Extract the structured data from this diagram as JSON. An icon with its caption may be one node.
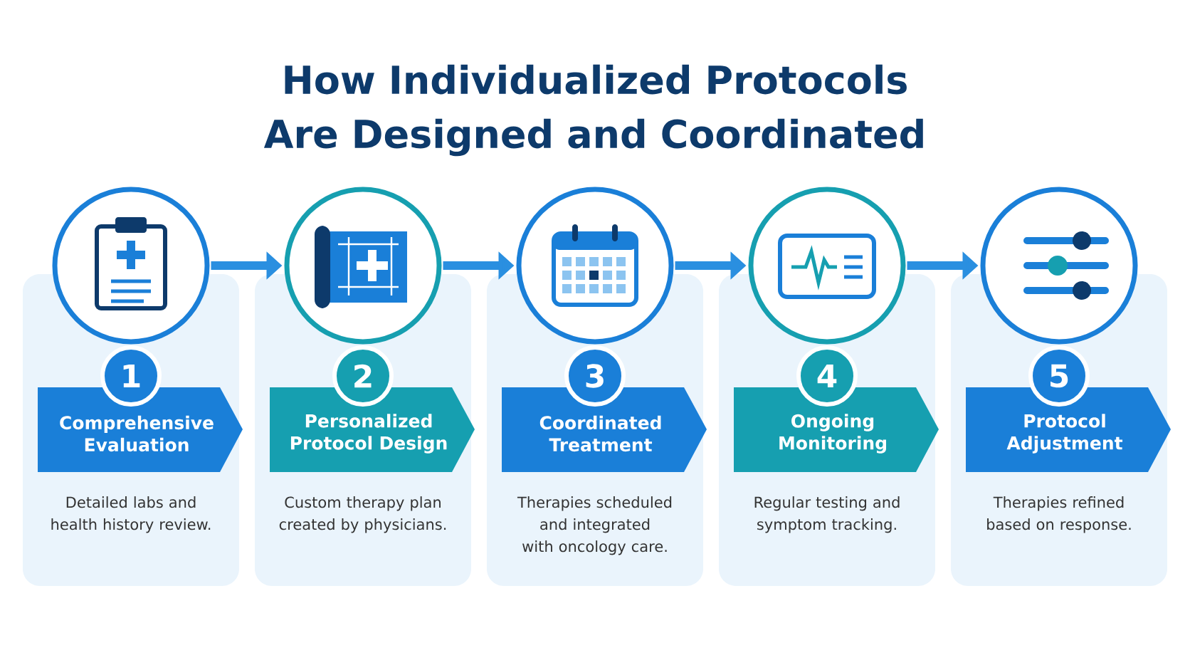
{
  "diagram": {
    "title": "How Individualized Protocols Are Designed and Coordinated",
    "nodes": [
      {
        "text": [],
        "shape": "circle"
      },
      {
        "text": [
          "1",
          "Comprehensive Evaluation",
          "Detailed labs and health history review."
        ]
      },
      {
        "text": [],
        "shape": "circle"
      },
      {
        "text": [
          "2",
          "Personalized Protocol Design",
          "Custom therapy plan created by physicians."
        ]
      },
      {
        "text": [],
        "shape": "circle"
      },
      {
        "text": [
          "3",
          "Coordinated Treatment",
          "Therapies scheduled and integrated with oncology care."
        ]
      },
      {
        "text": [],
        "shape": "circle"
      },
      {
        "text": [
          "4",
          "Ongoing Monitoring",
          "Regular testing and symptom tracking."
        ]
      },
      {
        "text": [],
        "shape": "circle"
      },
      {
        "text": [
          "5",
          "Protocol Adjustment",
          "Therapies refined based on response."
        ]
      }
    ],
    "edges": [
      {
        "from": 0,
        "to": 2,
        "arrow": "to"
      },
      {
        "from": 2,
        "to": 4,
        "arrow": "to"
      },
      {
        "from": 4,
        "to": 6,
        "arrow": "to"
      },
      {
        "from": 6,
        "to": 8,
        "arrow": "to"
      }
    ]
  }
}
